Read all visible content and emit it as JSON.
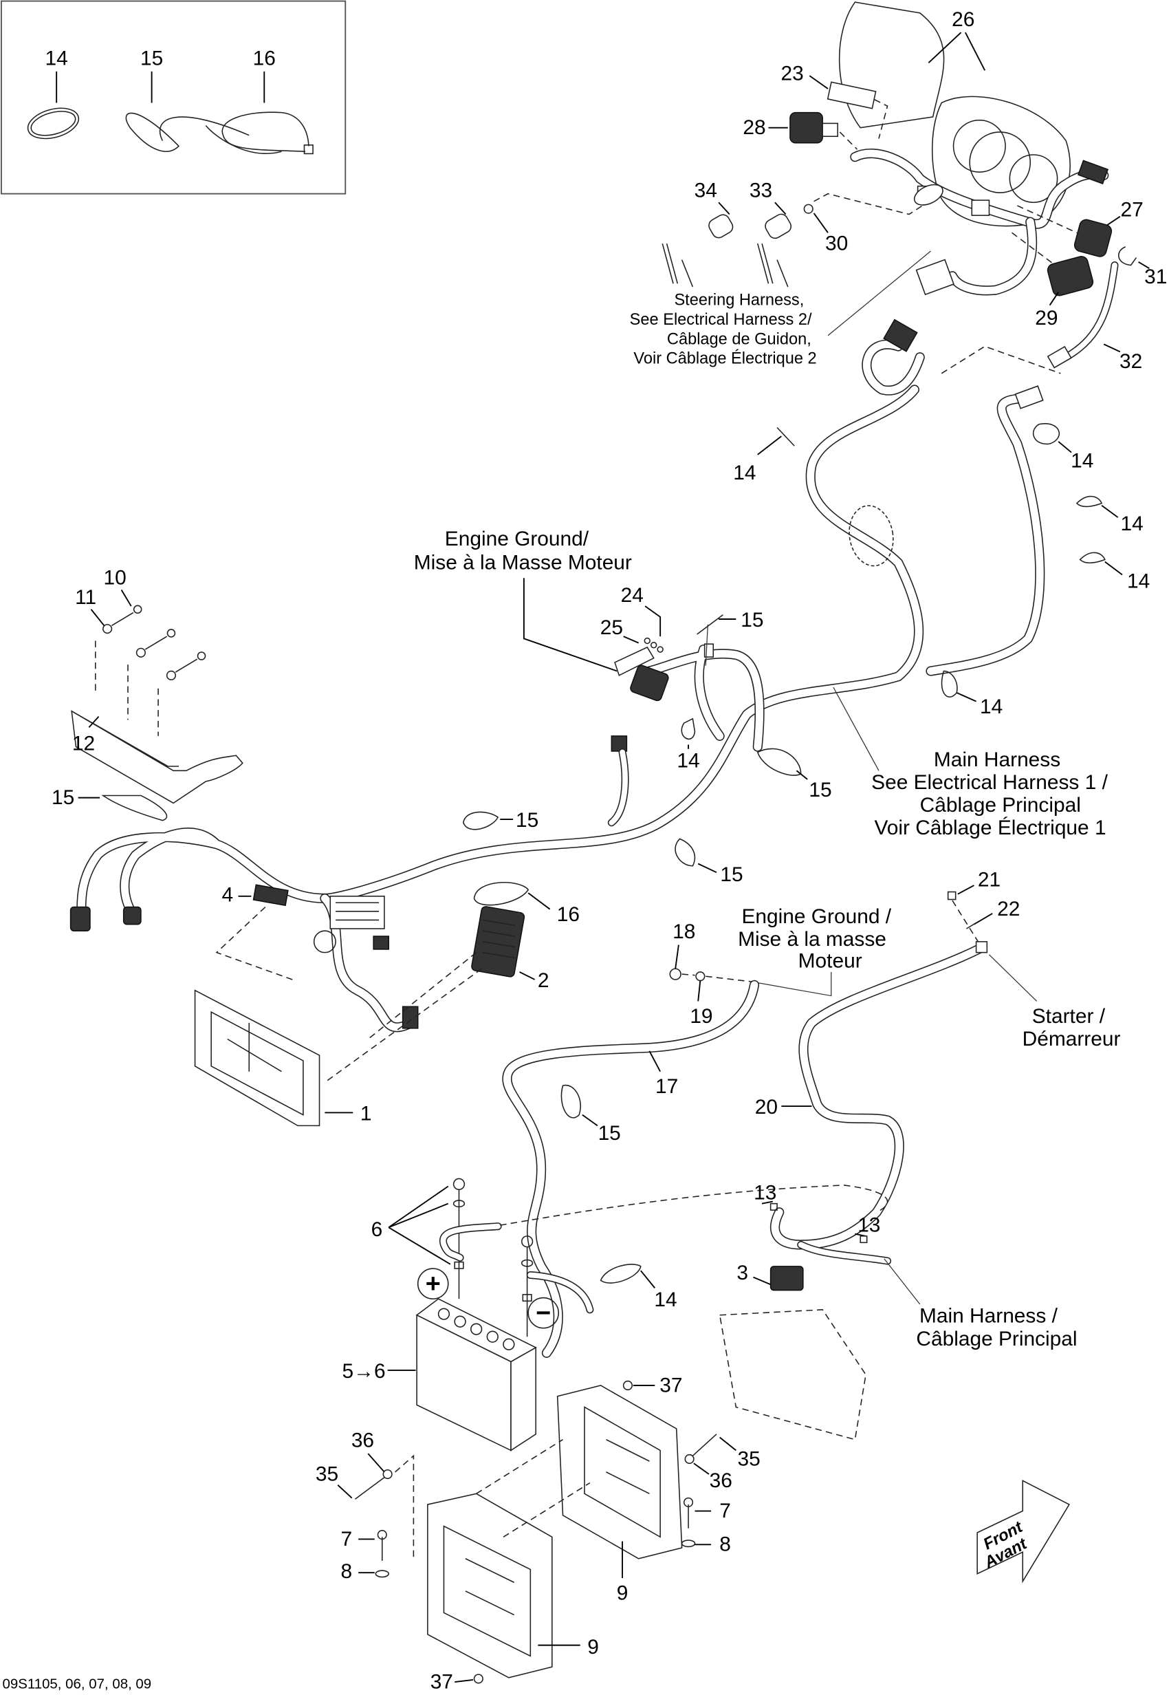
{
  "inset": {
    "items": [
      {
        "ref": "14",
        "part": "cable-tie-small"
      },
      {
        "ref": "15",
        "part": "cable-tie-medium"
      },
      {
        "ref": "16",
        "part": "cable-tie-large"
      }
    ]
  },
  "callouts": [
    {
      "ref": "26"
    },
    {
      "ref": "23"
    },
    {
      "ref": "28"
    },
    {
      "ref": "34"
    },
    {
      "ref": "33"
    },
    {
      "ref": "30"
    },
    {
      "ref": "27"
    },
    {
      "ref": "31"
    },
    {
      "ref": "29"
    },
    {
      "ref": "32"
    },
    {
      "ref": "14"
    },
    {
      "ref": "14"
    },
    {
      "ref": "14"
    },
    {
      "ref": "14"
    },
    {
      "ref": "10"
    },
    {
      "ref": "11"
    },
    {
      "ref": "24"
    },
    {
      "ref": "25"
    },
    {
      "ref": "15"
    },
    {
      "ref": "12"
    },
    {
      "ref": "14"
    },
    {
      "ref": "14"
    },
    {
      "ref": "15"
    },
    {
      "ref": "15"
    },
    {
      "ref": "15"
    },
    {
      "ref": "15"
    },
    {
      "ref": "4"
    },
    {
      "ref": "16"
    },
    {
      "ref": "2"
    },
    {
      "ref": "21"
    },
    {
      "ref": "22"
    },
    {
      "ref": "18"
    },
    {
      "ref": "19"
    },
    {
      "ref": "17"
    },
    {
      "ref": "1"
    },
    {
      "ref": "15"
    },
    {
      "ref": "20"
    },
    {
      "ref": "13"
    },
    {
      "ref": "13"
    },
    {
      "ref": "6"
    },
    {
      "ref": "3"
    },
    {
      "ref": "14"
    },
    {
      "ref": "5→6"
    },
    {
      "ref": "37"
    },
    {
      "ref": "36"
    },
    {
      "ref": "35"
    },
    {
      "ref": "35"
    },
    {
      "ref": "36"
    },
    {
      "ref": "7"
    },
    {
      "ref": "7"
    },
    {
      "ref": "8"
    },
    {
      "ref": "8"
    },
    {
      "ref": "9"
    },
    {
      "ref": "9"
    },
    {
      "ref": "37"
    }
  ],
  "notes": {
    "steering_harness": [
      "Steering Harness,",
      "See Electrical Harness 2/",
      "Câblage de Guidon,",
      "Voir Câblage Électrique 2"
    ],
    "engine_ground_top": [
      "Engine Ground/",
      "Mise à la Masse Moteur"
    ],
    "main_harness_top": [
      "Main Harness",
      "See Electrical Harness 1 /",
      "Câblage Principal",
      "Voir Câblage Électrique 1"
    ],
    "engine_ground_mid": [
      "Engine Ground /",
      "Mise à la masse",
      "Moteur"
    ],
    "starter": [
      "Starter /",
      "Démarreur"
    ],
    "main_harness_bottom": [
      "Main Harness /",
      "Câblage Principal"
    ]
  },
  "battery": {
    "positive_symbol": "+",
    "negative_symbol": "−"
  },
  "direction_arrow": {
    "line1": "Front",
    "line2": "Avant"
  },
  "caption": "09S1105, 06, 07, 08, 09"
}
